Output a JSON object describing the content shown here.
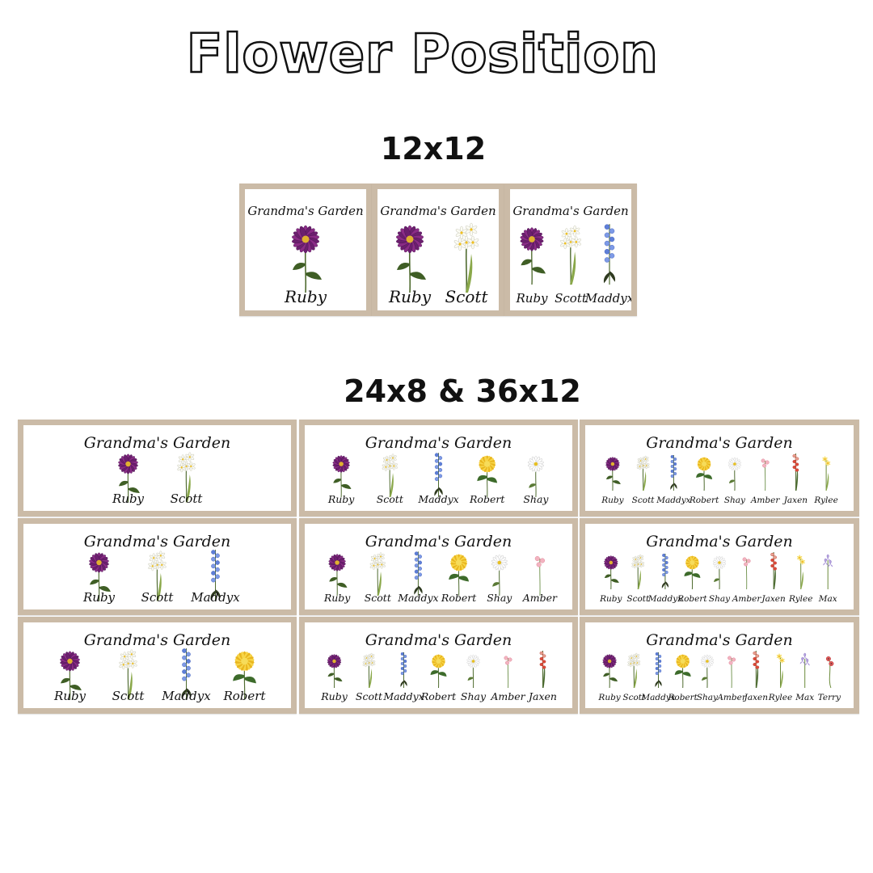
{
  "title": "Flower Position",
  "sections": {
    "square": "12x12",
    "wide": "24x8 & 36x12"
  },
  "panel_title": "Grandma's Garden",
  "colors": {
    "frame": "#cbbba7",
    "text": "#111111"
  },
  "flower_types": {
    "Ruby": "purple-aster",
    "Scott": "white-narcissus",
    "Maddyx": "blue-larkspur",
    "Robert": "yellow-chrysanthemum",
    "Shay": "white-daisy",
    "Amber": "pink-carnation",
    "Jaxen": "red-gladiolus",
    "Rylee": "yellow-daffodil",
    "Max": "violet-iris",
    "Terry": "red-poppy"
  },
  "square_panels": [
    {
      "names": [
        "Ruby"
      ]
    },
    {
      "names": [
        "Ruby",
        "Scott"
      ]
    },
    {
      "names": [
        "Ruby",
        "Scott",
        "Maddyx"
      ]
    }
  ],
  "wide_panels": [
    {
      "names": [
        "Ruby",
        "Scott"
      ]
    },
    {
      "names": [
        "Ruby",
        "Scott",
        "Maddyx",
        "Robert",
        "Shay"
      ]
    },
    {
      "names": [
        "Ruby",
        "Scott",
        "Maddyx",
        "Robert",
        "Shay",
        "Amber",
        "Jaxen",
        "Rylee"
      ]
    },
    {
      "names": [
        "Ruby",
        "Scott",
        "Maddyx"
      ]
    },
    {
      "names": [
        "Ruby",
        "Scott",
        "Maddyx",
        "Robert",
        "Shay",
        "Amber"
      ]
    },
    {
      "names": [
        "Ruby",
        "Scott",
        "Maddyx",
        "Robert",
        "Shay",
        "Amber",
        "Jaxen",
        "Rylee",
        "Max"
      ]
    },
    {
      "names": [
        "Ruby",
        "Scott",
        "Maddyx",
        "Robert"
      ]
    },
    {
      "names": [
        "Ruby",
        "Scott",
        "Maddyx",
        "Robert",
        "Shay",
        "Amber",
        "Jaxen"
      ]
    },
    {
      "names": [
        "Ruby",
        "Scott",
        "Maddyx",
        "Robert",
        "Shay",
        "Amber",
        "Jaxen",
        "Rylee",
        "Max",
        "Terry"
      ]
    }
  ]
}
